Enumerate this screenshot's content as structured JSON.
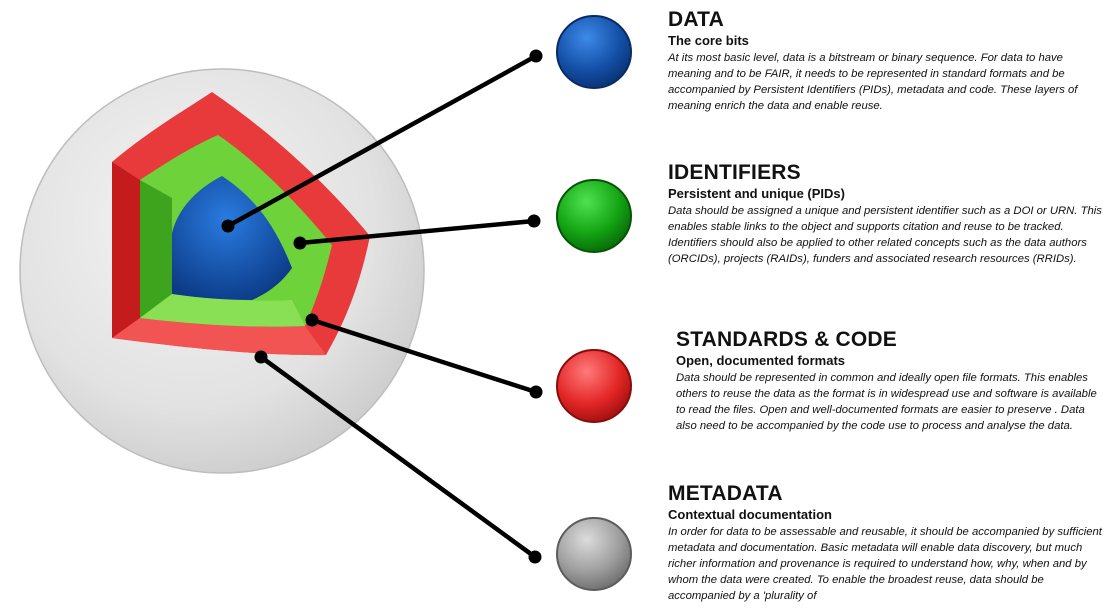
{
  "layers": [
    {
      "title": "DATA",
      "subtitle": "The core bits",
      "body": "At its most basic level, data is a bitstream or binary sequence. For data to have meaning and to be FAIR, it needs to be represented in standard formats and be accompanied by Persistent Identifiers (PIDs), metadata and code. These layers of meaning enrich the data and enable reuse.",
      "color": "#1f5fb5"
    },
    {
      "title": "IDENTIFIERS",
      "subtitle": "Persistent and unique (PIDs)",
      "body": "Data should be assigned a unique and persistent identifier such as a DOI or URN. This enables stable links to the object and supports citation and reuse to be tracked. Identifiers should also be applied to other related concepts such as the data authors (ORCIDs), projects (RAIDs), funders and associated research resources (RRIDs).",
      "color": "#1fb51f"
    },
    {
      "title": "STANDARDS & CODE",
      "subtitle": "Open, documented formats",
      "body": "Data should be represented in common and ideally open file formats. This enables others to reuse the data as the format is in widespread use and software is available to read the files. Open and well-documented formats are easier to preserve . Data also need to be accompanied by the code use to process and analyse the data.",
      "color": "#e83333"
    },
    {
      "title": "METADATA",
      "subtitle": "Contextual documentation",
      "body": "In order for data to be assessable and reusable, it should be accompanied by sufficient metadata and documentation. Basic metadata will enable data discovery, but much richer information and provenance is required to understand how, why, when and by whom the data were created. To enable the broadest reuse, data should be accompanied by a 'plurality of",
      "color": "#a6a6a6"
    }
  ]
}
